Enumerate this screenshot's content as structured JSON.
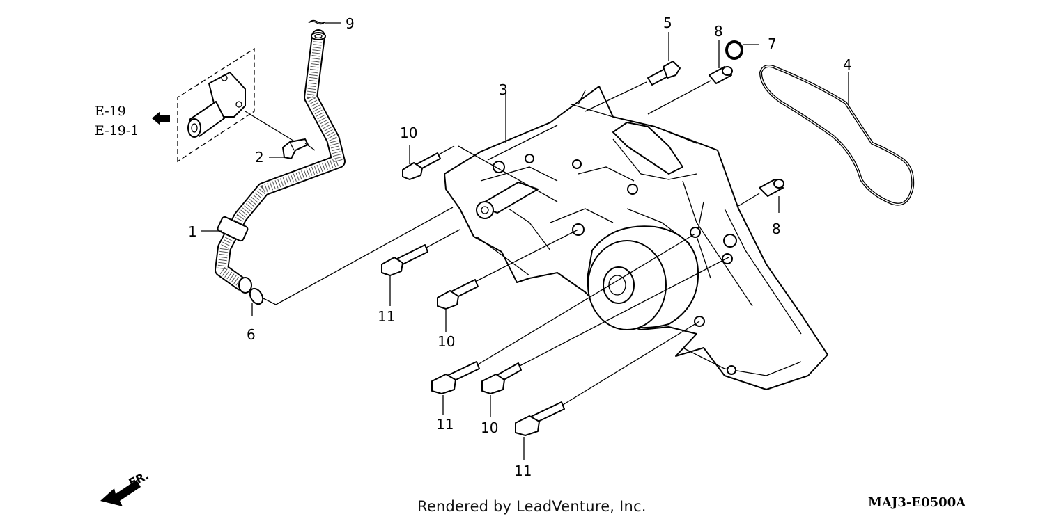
{
  "callouts": [
    {
      "id": "c1",
      "label": "1"
    },
    {
      "id": "c2",
      "label": "2"
    },
    {
      "id": "c3",
      "label": "3"
    },
    {
      "id": "c4",
      "label": "4"
    },
    {
      "id": "c5",
      "label": "5"
    },
    {
      "id": "c6",
      "label": "6"
    },
    {
      "id": "c7",
      "label": "7"
    },
    {
      "id": "c8a",
      "label": "8"
    },
    {
      "id": "c8b",
      "label": "8"
    },
    {
      "id": "c9",
      "label": "9"
    },
    {
      "id": "c10a",
      "label": "10"
    },
    {
      "id": "c10b",
      "label": "10"
    },
    {
      "id": "c10c",
      "label": "10"
    },
    {
      "id": "c11a",
      "label": "11"
    },
    {
      "id": "c11b",
      "label": "11"
    },
    {
      "id": "c11c",
      "label": "11"
    }
  ],
  "references": {
    "ref1": "E-19",
    "ref2": "E-19-1"
  },
  "front_marker": "FR.",
  "footer": {
    "credit": "Rendered by LeadVenture, Inc.",
    "diagram_code": "MAJ3-E0500A"
  },
  "colors": {
    "line": "#000000",
    "background": "#ffffff"
  }
}
